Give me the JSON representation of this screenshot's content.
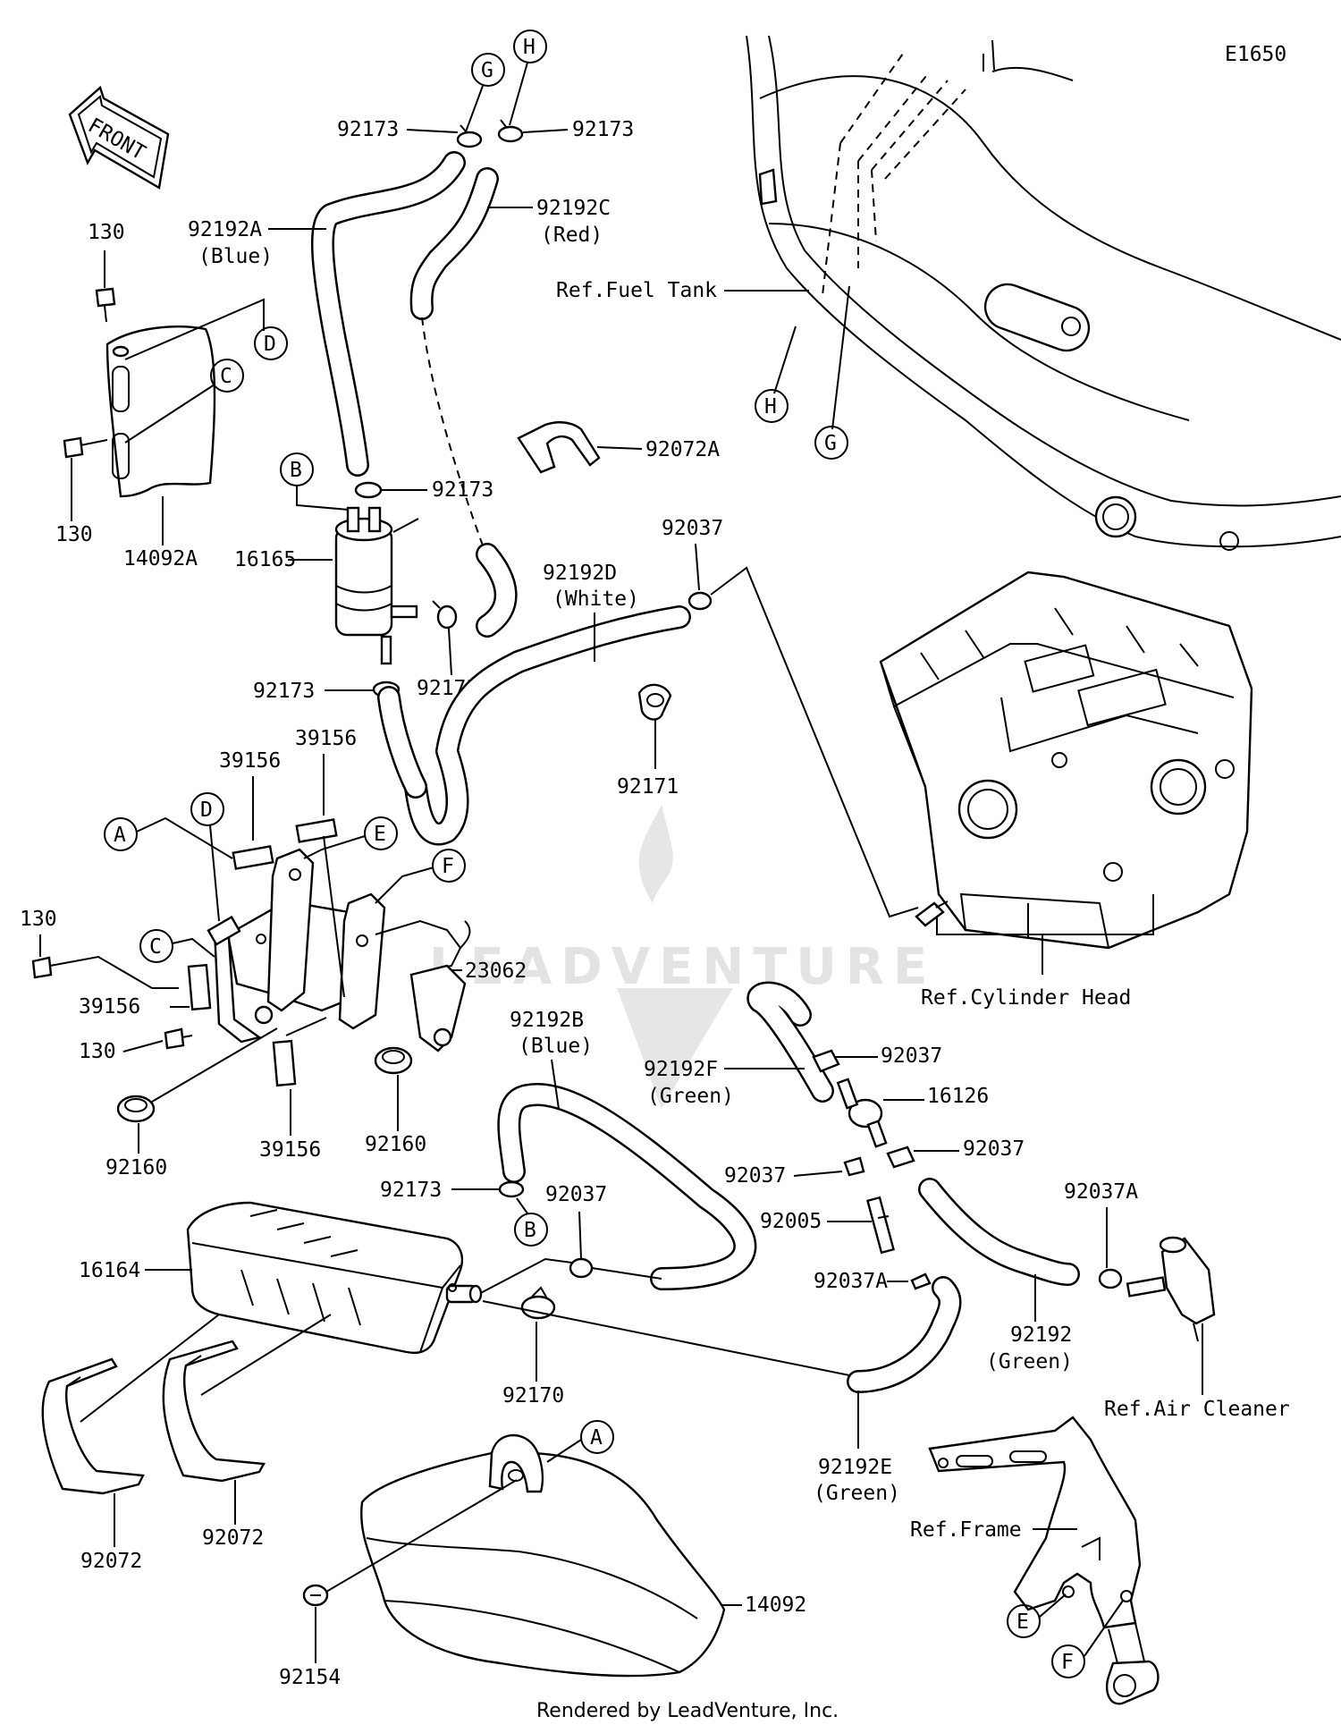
{
  "diagram_id": "E1650",
  "front_arrow": "FRONT",
  "watermark": "LEADVENTURE",
  "footer": "Rendered by LeadVenture, Inc.",
  "labels": {
    "l92173_g": "92173",
    "l92173_h": "92173",
    "l92192A": "92192A",
    "l92192A_color": "(Blue)",
    "l92192C": "92192C",
    "l92192C_color": "(Red)",
    "ref_fuel_tank": "Ref.Fuel Tank",
    "l130_a": "130",
    "l130_b": "130",
    "l14092A": "14092A",
    "l92072A": "92072A",
    "l92173_b": "92173",
    "l16165": "16165",
    "l92037_a": "92037",
    "l92192D": "92192D",
    "l92192D_color": "(White)",
    "l92173_c": "92173",
    "l92173_d": "92173",
    "l92171": "92171",
    "l39156_a": "39156",
    "l39156_b": "39156",
    "l130_c": "130",
    "l23062": "23062",
    "l39156_c": "39156",
    "l130_d": "130",
    "l39156_d": "39156",
    "l92160_a": "92160",
    "l92160_b": "92160",
    "ref_cylinder_head": "Ref.Cylinder Head",
    "l92192B": "92192B",
    "l92192B_color": "(Blue)",
    "l92192F": "92192F",
    "l92192F_color": "(Green)",
    "l92037_b": "92037",
    "l16126": "16126",
    "l92037_c": "92037",
    "l92037_d": "92037",
    "l92005": "92005",
    "l92173_e": "92173",
    "l92037_e": "92037",
    "l92037A_a": "92037A",
    "l92037A_b": "92037A",
    "l16164": "16164",
    "l92170": "92170",
    "l92192": "92192",
    "l92192_color": "(Green)",
    "ref_air_cleaner": "Ref.Air Cleaner",
    "l92192E": "92192E",
    "l92192E_color": "(Green)",
    "l92072_a": "92072",
    "l92072_b": "92072",
    "ref_frame": "Ref.Frame",
    "l14092": "14092",
    "l92154": "92154"
  },
  "callouts": {
    "g_top": "G",
    "h_top": "H",
    "d_top": "D",
    "c_top": "C",
    "b_filter": "B",
    "h_tank": "H",
    "g_tank": "G",
    "d_mid": "D",
    "e_mid": "E",
    "a_mid": "A",
    "f_mid": "F",
    "c_mid": "C",
    "b_low": "B",
    "a_low": "A",
    "e_frame": "E",
    "f_frame": "F"
  }
}
